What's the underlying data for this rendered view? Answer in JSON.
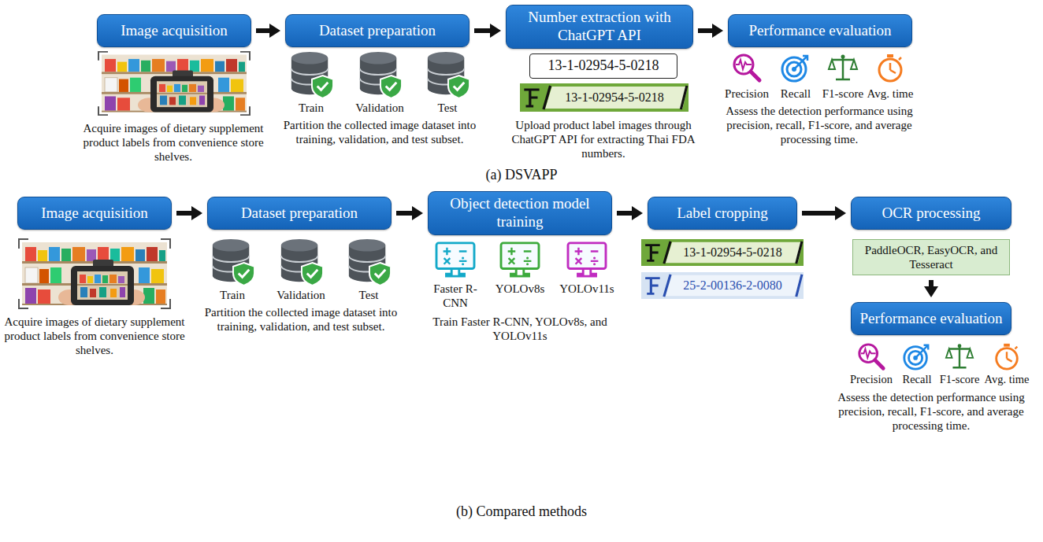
{
  "diagram": {
    "nodes": [
      {
        "text": [
          "Image acquisition"
        ]
      },
      {
        "text": [
          "Dataset preparation"
        ]
      },
      {
        "text": [
          "Number extraction with ChatGPT API"
        ]
      },
      {
        "text": [
          "Performance evaluation"
        ]
      },
      {
        "text": [
          "13-1-02954-5-0218"
        ]
      },
      {
        "text": [
          "13-1-02954-5-0218"
        ]
      },
      {
        "text": [
          "Image acquisition"
        ]
      },
      {
        "text": [
          "Dataset preparation"
        ]
      },
      {
        "text": [
          "Object detection model training"
        ]
      },
      {
        "text": [
          "Label cropping"
        ]
      },
      {
        "text": [
          "OCR processing"
        ]
      },
      {
        "text": [
          "13-1-02954-5-0218"
        ]
      },
      {
        "text": [
          "25-2-00136-2-0080"
        ]
      },
      {
        "text": [
          "PaddleOCR, EasyOCR, and Tesseract"
        ]
      },
      {
        "text": [
          "Performance evaluation"
        ]
      }
    ],
    "edges": [
      {
        "from": 0,
        "to": 1,
        "arrow": "to"
      },
      {
        "from": 1,
        "to": 2,
        "arrow": "to"
      },
      {
        "from": 2,
        "to": 3,
        "arrow": "to"
      },
      {
        "from": 6,
        "to": 7,
        "arrow": "to"
      },
      {
        "from": 7,
        "to": 8,
        "arrow": "to"
      },
      {
        "from": 8,
        "to": 9,
        "arrow": "to"
      },
      {
        "from": 9,
        "to": 10,
        "arrow": "to"
      },
      {
        "from": 13,
        "to": 14,
        "arrow": "to"
      }
    ],
    "labels": [
      "Acquire images of dietary supplement product labels from convenience store shelves.",
      "Train",
      "Validation",
      "Test",
      "Partition the collected image dataset into training, validation, and test subset.",
      "Upload product label images through ChatGPT API for extracting Thai FDA numbers.",
      "Precision",
      "Recall",
      "F1-score",
      "Avg. time",
      "Assess the detection performance using precision, recall, F1-score, and average processing time.",
      "(a) DSVAPP",
      "Acquire images of dietary supplement product labels from convenience store shelves.",
      "Train",
      "Validation",
      "Test",
      "Partition the collected image dataset into training, validation, and test subset.",
      "Faster R-CNN",
      "YOLOv8s",
      "YOLOv11s",
      "Train Faster R-CNN, YOLOv8s, and YOLOv11s",
      "Precision",
      "Recall",
      "F1-score",
      "Avg. time",
      "Assess the detection performance using precision, recall, F1-score, and average processing time.",
      "(b) Compared methods"
    ]
  }
}
